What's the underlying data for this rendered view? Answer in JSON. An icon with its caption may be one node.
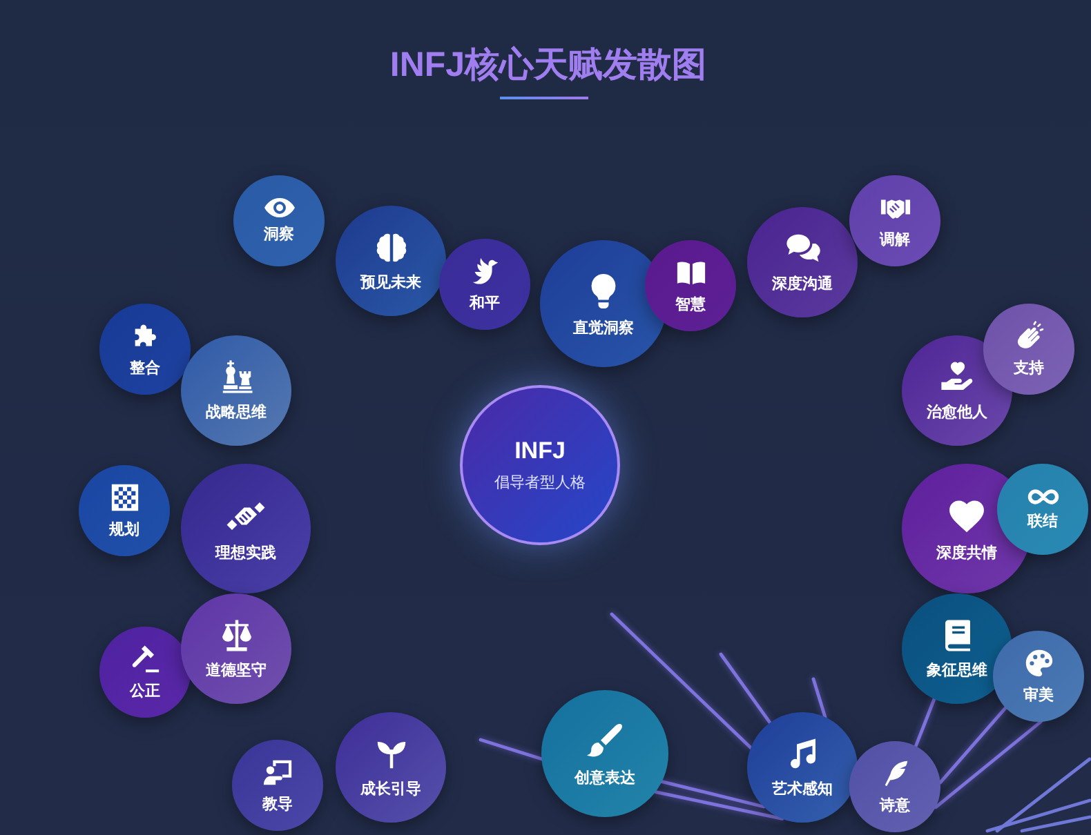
{
  "diagram": {
    "title": "INFJ核心天赋发散图",
    "nodes": [
      {
        "text": [
          "INFJ",
          "倡导者型人格"
        ]
      },
      {
        "text": [
          "洞察"
        ]
      },
      {
        "text": [
          "预见未来"
        ]
      },
      {
        "text": [
          "和平"
        ]
      },
      {
        "text": [
          "直觉洞察"
        ]
      },
      {
        "text": [
          "智慧"
        ]
      },
      {
        "text": [
          "深度沟通"
        ]
      },
      {
        "text": [
          "调解"
        ]
      },
      {
        "text": [
          "整合"
        ]
      },
      {
        "text": [
          "战略思维"
        ]
      },
      {
        "text": [
          "规划"
        ]
      },
      {
        "text": [
          "理想实践"
        ]
      },
      {
        "text": [
          "公正"
        ]
      },
      {
        "text": [
          "道德坚守"
        ]
      },
      {
        "text": [
          "治愈他人"
        ]
      },
      {
        "text": [
          "支持"
        ]
      },
      {
        "text": [
          "深度共情"
        ]
      },
      {
        "text": [
          "联结"
        ]
      },
      {
        "text": [
          "象征思维"
        ]
      },
      {
        "text": [
          "审美"
        ]
      },
      {
        "text": [
          "教导"
        ]
      },
      {
        "text": [
          "成长引导"
        ]
      },
      {
        "text": [
          "创意表达"
        ]
      },
      {
        "text": [
          "艺术感知"
        ]
      },
      {
        "text": [
          "诗意"
        ]
      }
    ],
    "edges": [
      {
        "from": 18,
        "to": 24,
        "arrow": "none"
      },
      {
        "from": 19,
        "to": 24,
        "arrow": "none"
      },
      {
        "from": null,
        "to": 23,
        "arrow": "none"
      },
      {
        "from": null,
        "to": 23,
        "arrow": "none"
      },
      {
        "from": null,
        "to": 23,
        "arrow": "none"
      },
      {
        "from": null,
        "to": 22,
        "arrow": "none"
      },
      {
        "from": 22,
        "to": 23,
        "arrow": "none"
      },
      {
        "from": 22,
        "to": 23,
        "arrow": "none"
      },
      {
        "from": 19,
        "to": 24,
        "arrow": "none"
      }
    ]
  }
}
